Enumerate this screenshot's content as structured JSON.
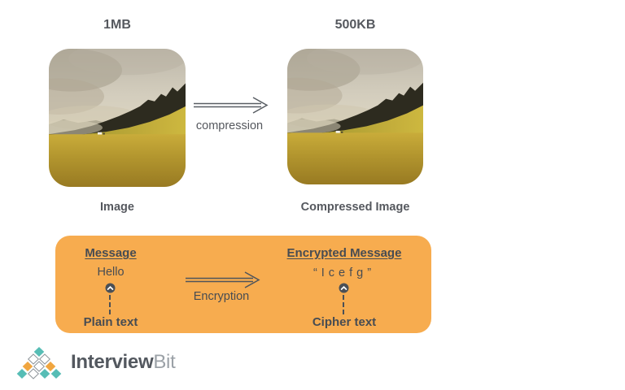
{
  "compression": {
    "original_size_label": "1MB",
    "compressed_size_label": "500KB",
    "arrow_label": "compression",
    "original_caption": "Image",
    "compressed_caption": "Compressed Image"
  },
  "encryption": {
    "box_color": "#F7AC4F",
    "message_title": "Message",
    "message_value": "Hello",
    "message_caption": "Plain text",
    "arrow_label": "Encryption",
    "encrypted_title": "Encrypted Message",
    "encrypted_value": "“Icefg”",
    "encrypted_caption": "Cipher text"
  },
  "icons": {
    "callout_marker": "chevron-up-circle-icon",
    "flow_arrow": "double-line-right-arrow-icon"
  },
  "logo": {
    "text_primary": "Interview",
    "text_secondary": "Bit",
    "colors": {
      "teal": "#57BDB5",
      "orange": "#F0A640",
      "diamond_outline": "#8D9499",
      "text_primary": "#53585F",
      "text_secondary": "#9BA1A7"
    }
  }
}
